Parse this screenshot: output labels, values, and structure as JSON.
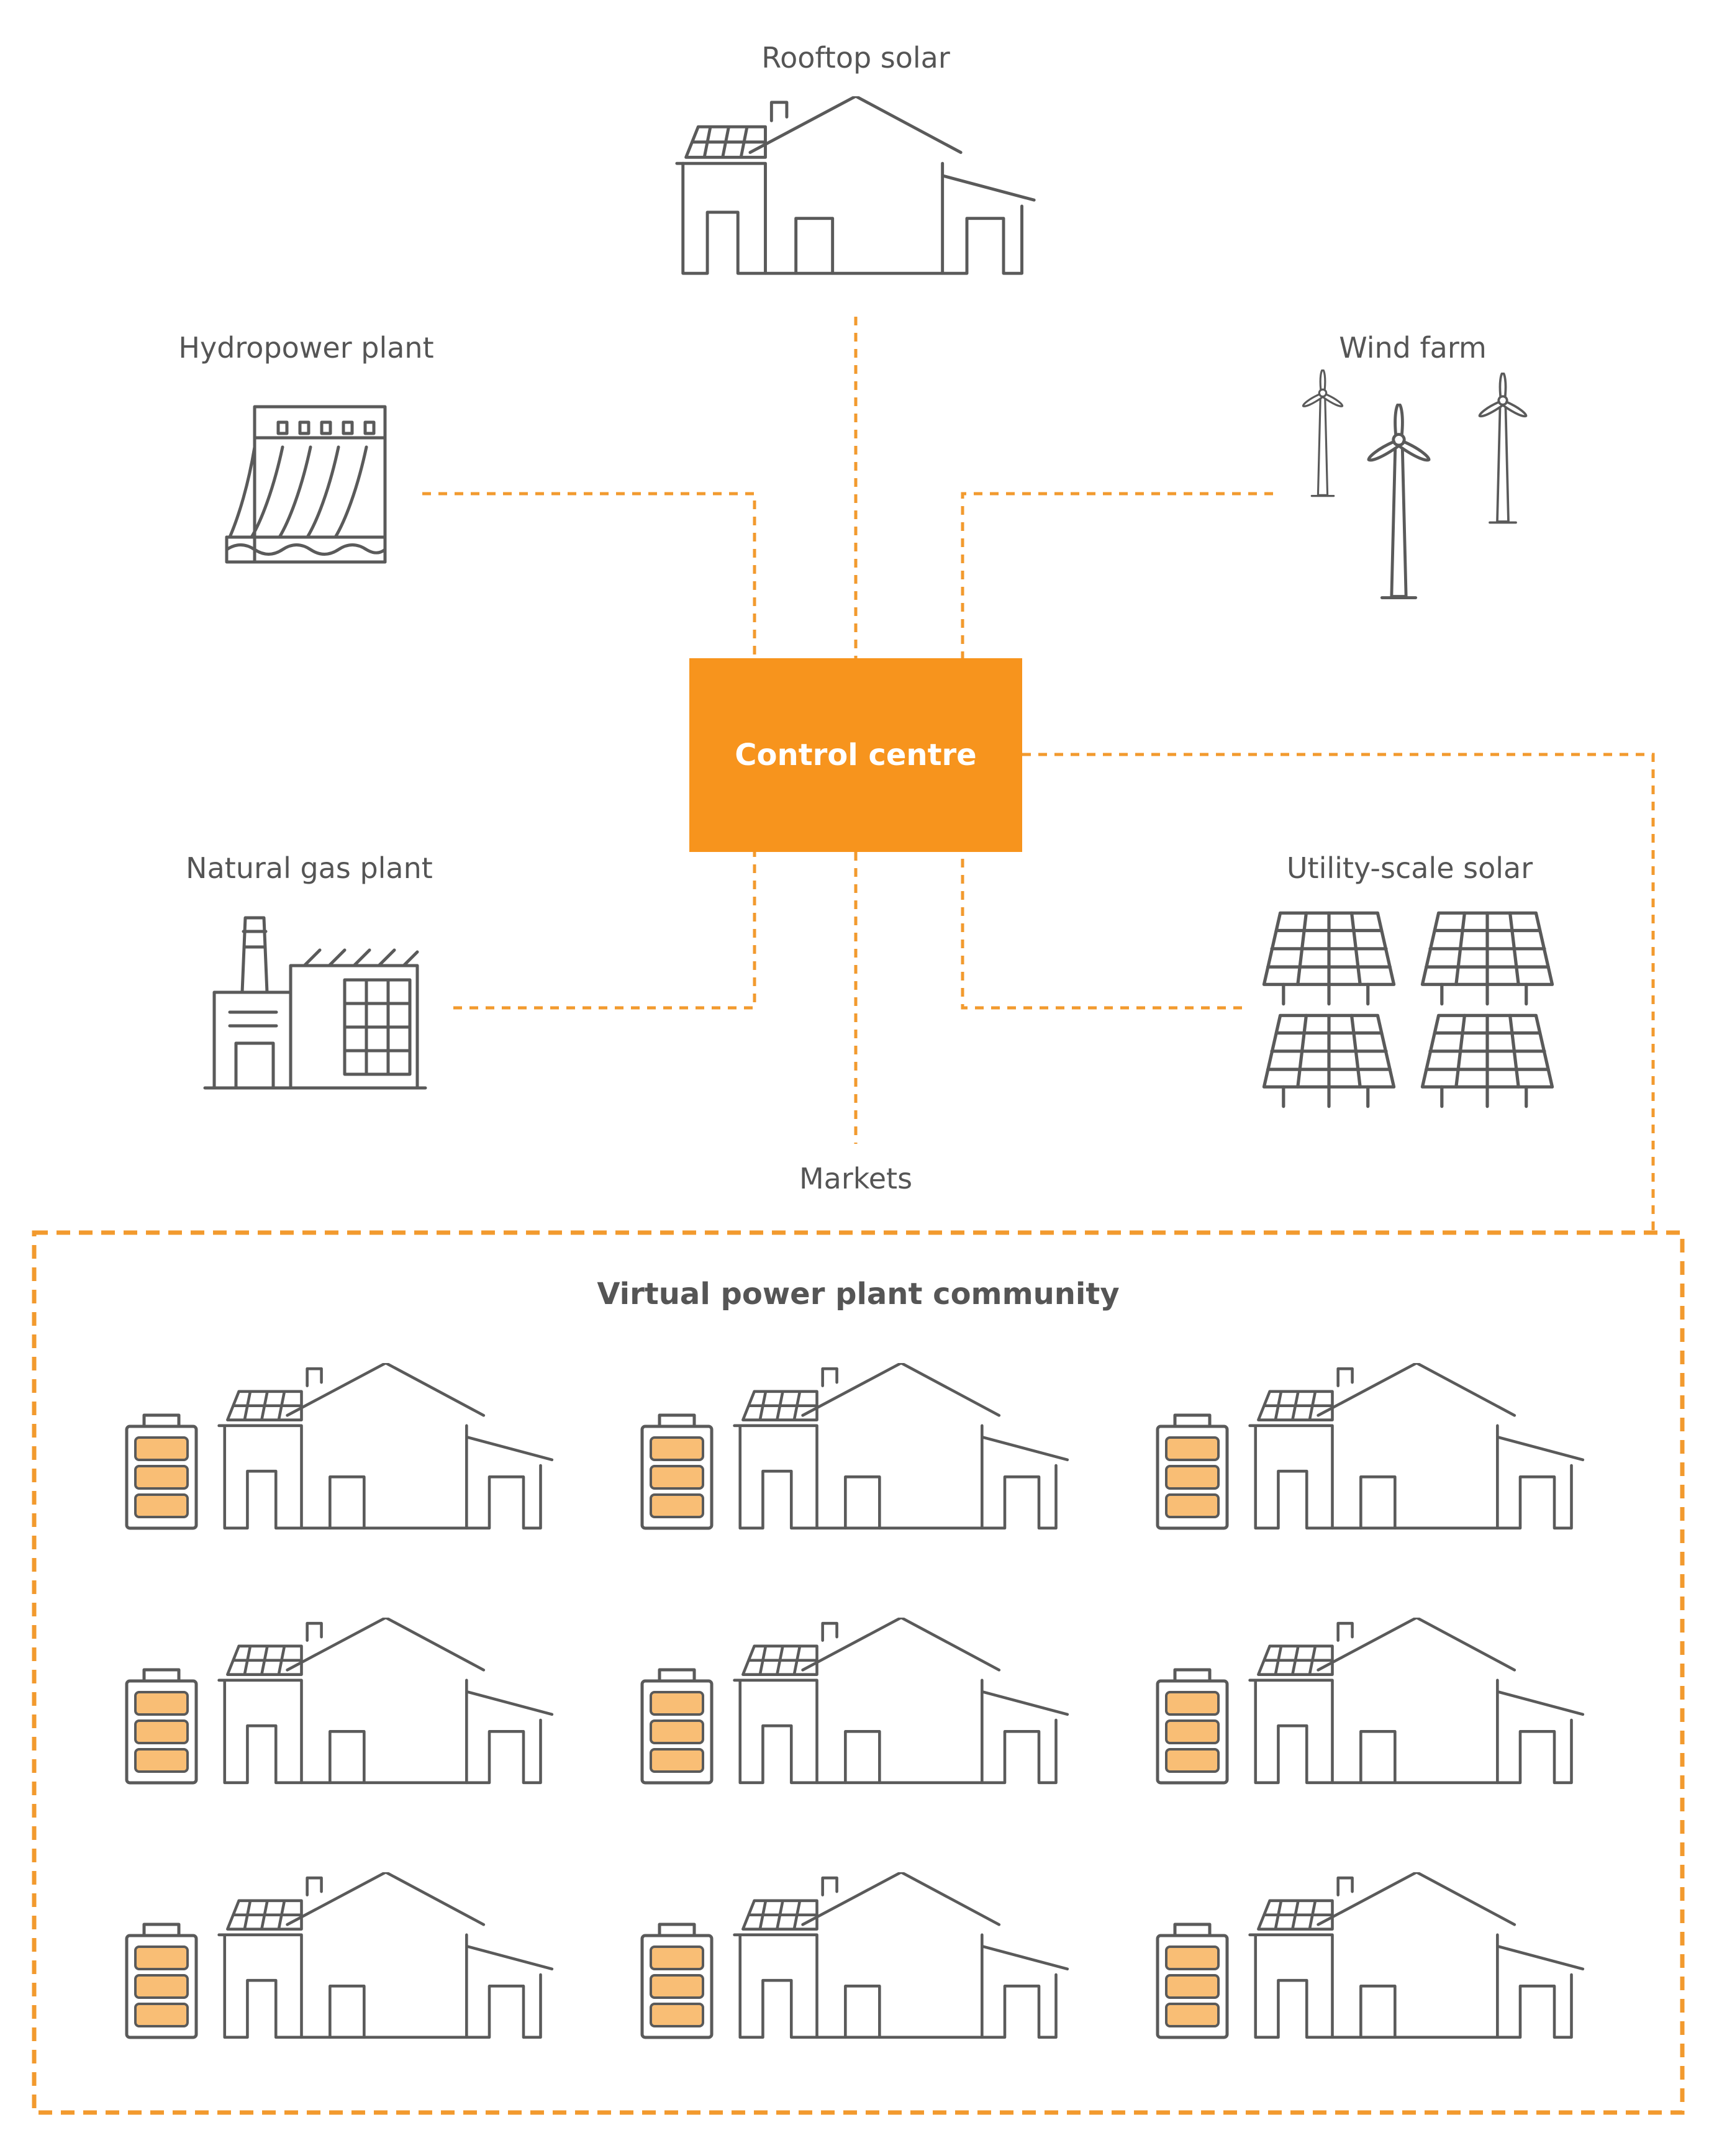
{
  "colors": {
    "accent": "#F7941D",
    "connector": "#F29A2E",
    "icon_stroke": "#5a5a5a",
    "battery_fill": "#F9BE75",
    "text": "#555555"
  },
  "control_centre": {
    "label": "Control centre"
  },
  "nodes": {
    "rooftop_solar": {
      "label": "Rooftop solar",
      "icon": "house-with-solar-icon"
    },
    "hydropower": {
      "label": "Hydropower plant",
      "icon": "dam-icon"
    },
    "wind_farm": {
      "label": "Wind farm",
      "icon": "wind-turbine-icon"
    },
    "natural_gas": {
      "label": "Natural gas plant",
      "icon": "factory-icon"
    },
    "utility_solar": {
      "label": "Utility-scale solar",
      "icon": "solar-array-icon"
    },
    "markets": {
      "label": "Markets"
    }
  },
  "community": {
    "title": "Virtual power plant community",
    "rows": 3,
    "columns": 3,
    "house_icon": "house-with-solar-icon",
    "battery_icon": "battery-icon"
  }
}
